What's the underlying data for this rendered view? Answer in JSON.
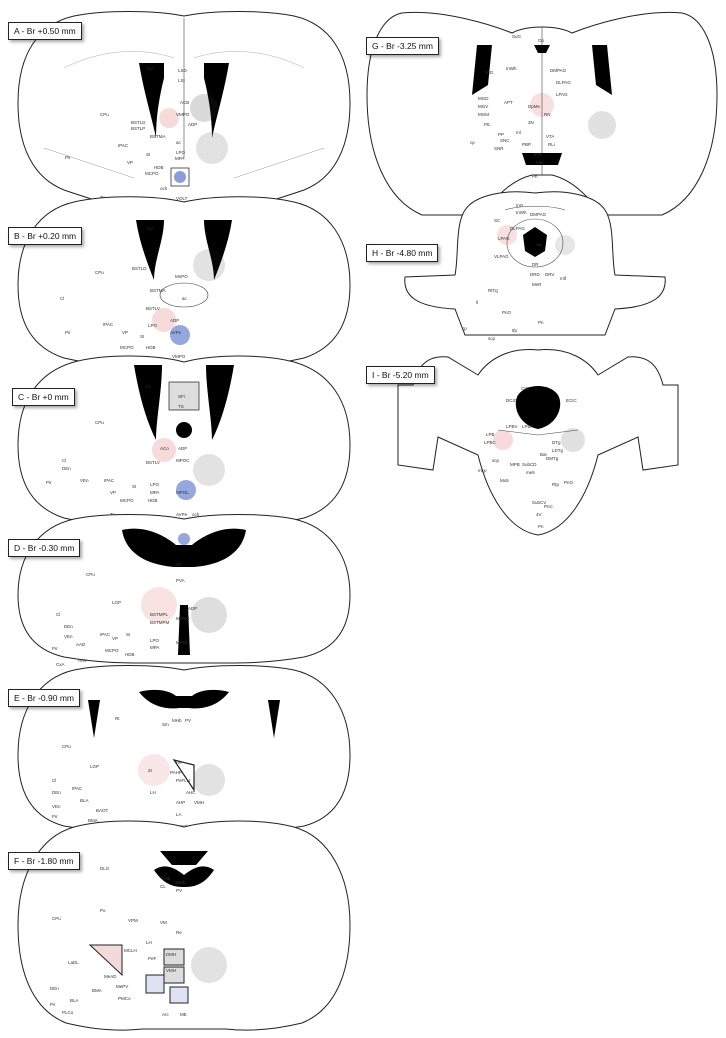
{
  "sections": [
    {
      "label": "A - Br +0.50 mm",
      "regions": [
        "LV",
        "LSD",
        "LSI",
        "CPu",
        "BSTLD",
        "BSTLP",
        "ACB",
        "IPAC",
        "BSTMA",
        "VMPO",
        "ADP",
        "Pir",
        "SI",
        "MPA",
        "VP",
        "HDB",
        "MCPO",
        "Tu",
        "VOLT",
        "ac",
        "och",
        "LPO"
      ]
    },
    {
      "label": "B - Br +0.20 mm",
      "regions": [
        "LV",
        "CPu",
        "BSTLD",
        "BSTMA",
        "MnPO",
        "BSTLV",
        "ADP",
        "IPAC",
        "VP",
        "SI",
        "LPO",
        "AVPe",
        "MCPO",
        "HDB",
        "VMPO",
        "Tu",
        "Pir",
        "Cl",
        "ac"
      ]
    },
    {
      "label": "C - Br +0 mm",
      "regions": [
        "LV",
        "SFi",
        "TS",
        "CPu",
        "ACo",
        "ADP",
        "BSTLV",
        "MPOC",
        "Cl",
        "DEn",
        "VEn",
        "IPAC",
        "Pir",
        "SI",
        "VP",
        "LPO",
        "MPA",
        "MPOL",
        "HDB",
        "MCPO",
        "Tu",
        "AVPe",
        "VMPO",
        "och"
      ]
    },
    {
      "label": "D - Br -0.30 mm",
      "regions": [
        "PVA",
        "LGP",
        "CPu",
        "BSTMPL",
        "BSTMPM",
        "ADP",
        "MPOC",
        "MPOL",
        "IPAC",
        "SI",
        "VP",
        "LPO",
        "MPA",
        "MCPO",
        "HDB",
        "AAD",
        "AAV",
        "LOT",
        "CxA",
        "DEn",
        "VEn",
        "Pir",
        "Cl",
        "3V"
      ]
    },
    {
      "label": "E - Br -0.90 mm",
      "regions": [
        "Rt",
        "Sm",
        "MHb",
        "PV",
        "CPu",
        "LGP",
        "ZI",
        "PeFLH",
        "LH",
        "PAHP",
        "AHP",
        "LA",
        "AHC",
        "SCh",
        "VMH",
        "BAOT",
        "BLA",
        "BMA",
        "CoA",
        "ACo",
        "Pir",
        "DEn",
        "VEn",
        "Cl",
        "IPAC",
        "och",
        "Re"
      ]
    },
    {
      "label": "F - Br -1.80 mm",
      "regions": [
        "DLG",
        "Po",
        "VPM",
        "LHb",
        "MHb",
        "CL",
        "PV",
        "VM",
        "Re",
        "LH",
        "MCLH",
        "PeF",
        "DMH",
        "VMH",
        "Arc",
        "ME",
        "BLA",
        "BMA",
        "LaDL",
        "MeAD",
        "MePV",
        "PMCo",
        "PLCo",
        "CPu",
        "Pir",
        "DEn"
      ]
    },
    {
      "label": "G - Br -3.25 mm",
      "regions": [
        "SuG",
        "Op",
        "InG",
        "InWh",
        "DMPAG",
        "DLPAG",
        "LPAG",
        "MGD",
        "MGV",
        "MGM",
        "APT",
        "DpMe",
        "PIL",
        "PP",
        "SNR",
        "SNC",
        "VTA",
        "IPR",
        "PBP",
        "RLi",
        "ml",
        "cp",
        "MM",
        "3N",
        "RN",
        "Pn"
      ]
    },
    {
      "label": "H - Br -4.80 mm",
      "regions": [
        "InG",
        "InWh",
        "DMPAG",
        "DLPAG",
        "SC",
        "LPAG",
        "VLPAG",
        "Aq",
        "DR",
        "DRD",
        "DRV",
        "MnR",
        "PnO",
        "RtTg",
        "mlf",
        "Pn",
        "tfp",
        "ll",
        "scp",
        "cp"
      ]
    },
    {
      "label": "I - Br -5.20 mm",
      "regions": [
        "CIC",
        "DCIC",
        "ECIC",
        "LPB",
        "LPBV",
        "LPBC",
        "LPBI",
        "MPB",
        "DTg",
        "LDTg",
        "Bar",
        "me5",
        "scp",
        "SubCD",
        "SubCV",
        "Rtp",
        "PnC",
        "PnO",
        "4V",
        "mcp",
        "Pn",
        "DMTg",
        "Mo5"
      ]
    }
  ]
}
